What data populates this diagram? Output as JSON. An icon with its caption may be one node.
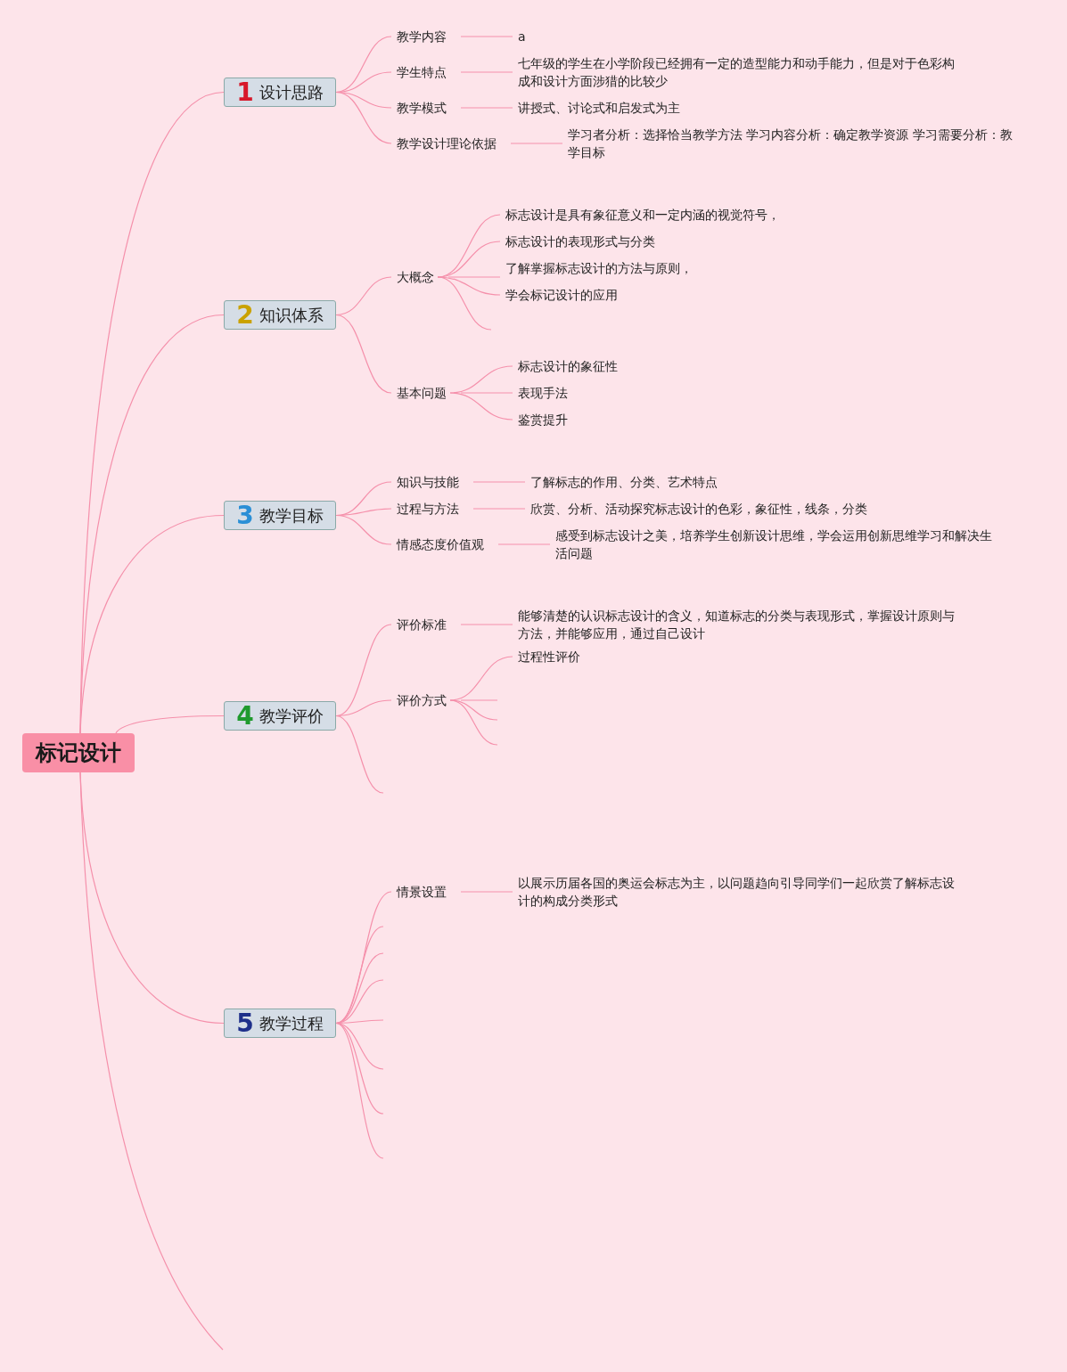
{
  "diagram": {
    "nodes": [
      {
        "text": [
          "标记设计"
        ]
      },
      {
        "text": [
          "1",
          "设计思路"
        ]
      },
      {
        "text": [
          "教学内容"
        ]
      },
      {
        "text": [
          "a"
        ]
      },
      {
        "text": [
          "学生特点"
        ]
      },
      {
        "text": [
          "七年级的学生在小学阶段已经拥有一定的造型能力和动手能力，但是对于色彩构成和设计方面涉猎的比较少"
        ]
      },
      {
        "text": [
          "教学模式"
        ]
      },
      {
        "text": [
          "讲授式、讨论式和启发式为主"
        ]
      },
      {
        "text": [
          "教学设计理论依据"
        ]
      },
      {
        "text": [
          "学习者分析：选择恰当教学方法 学习内容分析：确定教学资源 学习需要分析：教学目标"
        ]
      },
      {
        "text": [
          "2",
          "知识体系"
        ]
      },
      {
        "text": [
          "大概念"
        ]
      },
      {
        "text": [
          "标志设计是具有象征意义和一定内涵的视觉符号，"
        ]
      },
      {
        "text": [
          "标志设计的表现形式与分类"
        ]
      },
      {
        "text": [
          "了解掌握标志设计的方法与原则，"
        ]
      },
      {
        "text": [
          "学会标记设计的应用"
        ]
      },
      {
        "text": [
          "基本问题"
        ]
      },
      {
        "text": [
          "标志设计的象征性"
        ]
      },
      {
        "text": [
          "表现手法"
        ]
      },
      {
        "text": [
          "鉴赏提升"
        ]
      },
      {
        "text": [
          "3",
          "教学目标"
        ]
      },
      {
        "text": [
          "知识与技能"
        ]
      },
      {
        "text": [
          "了解标志的作用、分类、艺术特点"
        ]
      },
      {
        "text": [
          "过程与方法"
        ]
      },
      {
        "text": [
          "欣赏、分析、活动探究标志设计的色彩，象征性，线条，分类"
        ]
      },
      {
        "text": [
          "情感态度价值观"
        ]
      },
      {
        "text": [
          "感受到标志设计之美，培养学生创新设计思维，学会运用创新思维学习和解决生活问题"
        ]
      },
      {
        "text": [
          "4",
          "教学评价"
        ]
      },
      {
        "text": [
          "评价标准"
        ]
      },
      {
        "text": [
          "能够清楚的认识标志设计的含义，知道标志的分类与表现形式，掌握设计原则与方法，并能够应用，通过自己设计"
        ]
      },
      {
        "text": [
          "评价方式"
        ]
      },
      {
        "text": [
          "过程性评价"
        ]
      },
      {
        "text": [
          "5",
          "教学过程"
        ]
      },
      {
        "text": [
          "情景设置"
        ]
      },
      {
        "text": [
          "以展示历届各国的奥运会标志为主，以问题趋向引导同学们一起欣赏了解标志设计的构成分类形式"
        ]
      }
    ],
    "edges": [
      {
        "from": 0,
        "to": 1,
        "arrow": "none"
      },
      {
        "from": 1,
        "to": 2,
        "arrow": "none"
      },
      {
        "from": 2,
        "to": 3,
        "arrow": "none"
      },
      {
        "from": 1,
        "to": 4,
        "arrow": "none"
      },
      {
        "from": 4,
        "to": 5,
        "arrow": "none"
      },
      {
        "from": 1,
        "to": 6,
        "arrow": "none"
      },
      {
        "from": 6,
        "to": 7,
        "arrow": "none"
      },
      {
        "from": 1,
        "to": 8,
        "arrow": "none"
      },
      {
        "from": 8,
        "to": 9,
        "arrow": "none"
      },
      {
        "from": 0,
        "to": 10,
        "arrow": "none"
      },
      {
        "from": 10,
        "to": 11,
        "arrow": "none"
      },
      {
        "from": 11,
        "to": 12,
        "arrow": "none"
      },
      {
        "from": 11,
        "to": 13,
        "arrow": "none"
      },
      {
        "from": 11,
        "to": 14,
        "arrow": "none"
      },
      {
        "from": 11,
        "to": 15,
        "arrow": "none"
      },
      {
        "from": 11,
        "to": null,
        "arrow": "none"
      },
      {
        "from": 10,
        "to": 16,
        "arrow": "none"
      },
      {
        "from": 16,
        "to": 17,
        "arrow": "none"
      },
      {
        "from": 16,
        "to": 18,
        "arrow": "none"
      },
      {
        "from": 16,
        "to": 19,
        "arrow": "none"
      },
      {
        "from": 0,
        "to": 20,
        "arrow": "none"
      },
      {
        "from": 20,
        "to": 21,
        "arrow": "none"
      },
      {
        "from": 21,
        "to": 22,
        "arrow": "none"
      },
      {
        "from": 20,
        "to": 23,
        "arrow": "none"
      },
      {
        "from": 23,
        "to": 24,
        "arrow": "none"
      },
      {
        "from": 20,
        "to": 25,
        "arrow": "none"
      },
      {
        "from": 25,
        "to": 26,
        "arrow": "none"
      },
      {
        "from": 0,
        "to": 27,
        "arrow": "none"
      },
      {
        "from": 27,
        "to": 28,
        "arrow": "none"
      },
      {
        "from": 28,
        "to": 29,
        "arrow": "none"
      },
      {
        "from": 27,
        "to": 30,
        "arrow": "none"
      },
      {
        "from": 30,
        "to": 31,
        "arrow": "none"
      },
      {
        "from": 30,
        "to": null,
        "arrow": "none"
      },
      {
        "from": 30,
        "to": null,
        "arrow": "none"
      },
      {
        "from": 30,
        "to": null,
        "arrow": "none"
      },
      {
        "from": 27,
        "to": null,
        "arrow": "none"
      },
      {
        "from": 0,
        "to": 32,
        "arrow": "none"
      },
      {
        "from": 32,
        "to": 33,
        "arrow": "none"
      },
      {
        "from": 33,
        "to": 34,
        "arrow": "none"
      },
      {
        "from": 32,
        "to": null,
        "arrow": "none"
      },
      {
        "from": 32,
        "to": null,
        "arrow": "none"
      },
      {
        "from": 32,
        "to": null,
        "arrow": "none"
      },
      {
        "from": 32,
        "to": null,
        "arrow": "none"
      },
      {
        "from": 32,
        "to": null,
        "arrow": "none"
      },
      {
        "from": 32,
        "to": null,
        "arrow": "none"
      },
      {
        "from": 32,
        "to": null,
        "arrow": "none"
      },
      {
        "from": 0,
        "to": null,
        "arrow": "none"
      }
    ]
  }
}
